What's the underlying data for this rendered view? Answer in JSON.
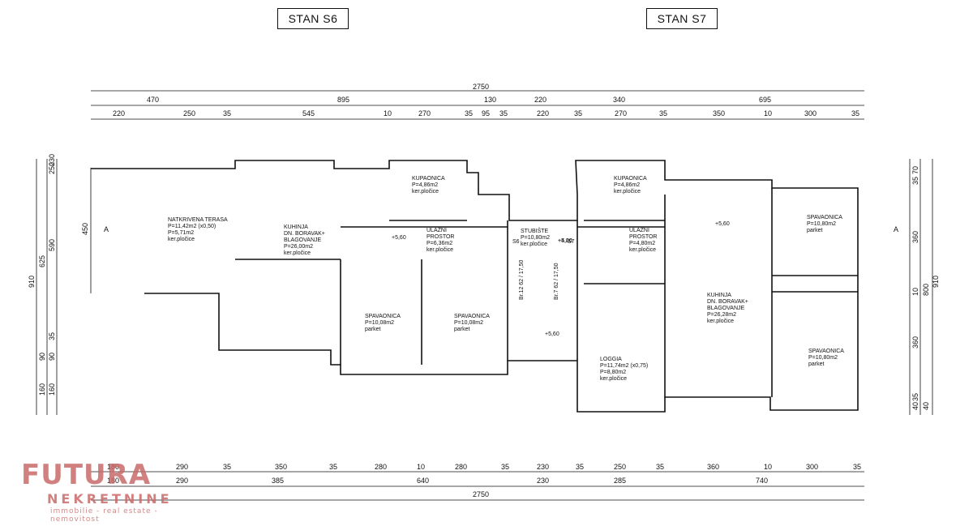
{
  "titles": {
    "s6": "STAN S6",
    "s7": "STAN S7"
  },
  "dimensions": {
    "top_total": "2750",
    "top_row1": [
      "470",
      "895",
      "130",
      "220",
      "340",
      "695"
    ],
    "top_row2": [
      "220",
      "250",
      "35",
      "545",
      "10",
      "270",
      "35",
      "95",
      "35",
      "220",
      "35",
      "270",
      "35",
      "350",
      "10",
      "300",
      "35"
    ],
    "bottom_row1": [
      "180",
      "290",
      "35",
      "350",
      "35",
      "280",
      "10",
      "280",
      "35",
      "230",
      "35",
      "250",
      "35",
      "360",
      "10",
      "300",
      "35"
    ],
    "bottom_row2": [
      "180",
      "290",
      "385",
      "640",
      "230",
      "285",
      "740"
    ],
    "bottom_total": "2750",
    "left_outer": "910",
    "left_mid": "625",
    "left_segments": [
      "230",
      "250",
      "590",
      "35",
      "90",
      "90",
      "160",
      "160"
    ],
    "left_inner": "450",
    "right_outer": "910",
    "right_segments": [
      "70",
      "35",
      "360",
      "10",
      "800",
      "360",
      "35",
      "40",
      "40"
    ]
  },
  "section_markers": {
    "left": "A",
    "right": "A"
  },
  "rooms": {
    "terasa": [
      "NATKRIVENA TERASA",
      "P=11,42m2 (x0,50)",
      "P=5,71m2",
      "ker.pločice"
    ],
    "kuhinja_s6": [
      "KUHINJA",
      "DN. BORAVAK+",
      "BLAGOVANJE",
      "P=26,00m2",
      "ker.pločice"
    ],
    "kupaonica_s6": [
      "KUPAONICA",
      "P=4,86m2",
      "ker.pločice"
    ],
    "ulazni_s6": [
      "ULAZNI",
      "PROSTOR",
      "P=6,36m2",
      "ker.pločice"
    ],
    "spavaonica_s6a": [
      "SPAVAONICA",
      "P=10,08m2",
      "parket"
    ],
    "spavaonica_s6b": [
      "SPAVAONICA",
      "P=10,08m2",
      "parket"
    ],
    "stubiste": [
      "STUBIŠTE",
      "P=10,80m2",
      "ker.pločice"
    ],
    "kupaonica_s7": [
      "KUPAONICA",
      "P=4,86m2",
      "ker.pločice"
    ],
    "ulazni_s7": [
      "ULAZNI",
      "PROSTOR",
      "P=4,80m2",
      "ker.pločice"
    ],
    "kuhinja_s7": [
      "KUHINJA",
      "DN. BORAVAK+",
      "BLAGOVANJE",
      "P=26,28m2",
      "ker.pločice"
    ],
    "spavaonica_s7a": [
      "SPAVAONICA",
      "P=10,80m2",
      "parket"
    ],
    "spavaonica_s7b": [
      "SPAVAONICA",
      "P=10,80m2",
      "parket"
    ],
    "loggia": [
      "LOGGIA",
      "P=11,74m2 (x0,75)",
      "P=8,80m2",
      "ker.pločice"
    ]
  },
  "level_marks": [
    "+5,60",
    "+5,60",
    "+5,60",
    "+5,60",
    "+4,20"
  ],
  "stair_labels": {
    "s6": "S6",
    "s7": "S7",
    "left": "Br.12 62 / 17,50",
    "right": "Br.7 62 / 17,50"
  },
  "logo": {
    "main": "FUTURA",
    "sub": "NEKRETNINE",
    "tagline": "immobilie - real estate - nemovitost"
  },
  "colors": {
    "line": "#111111",
    "logo": "#ca6b6b"
  }
}
